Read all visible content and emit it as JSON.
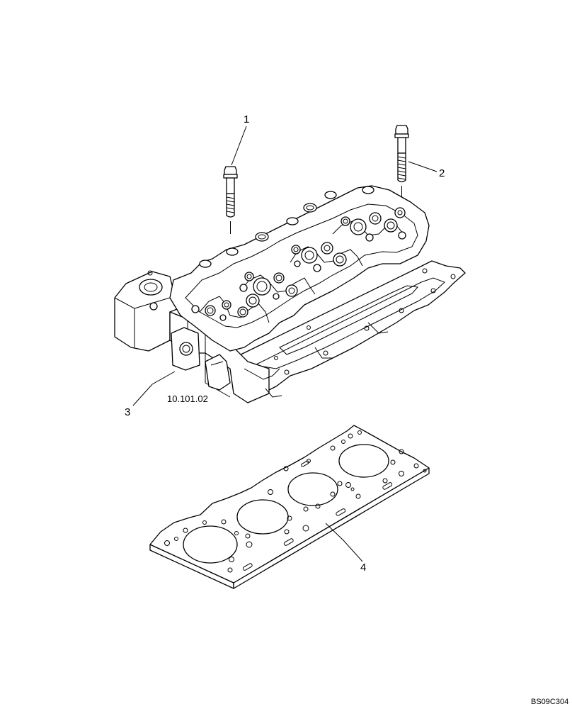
{
  "callouts": {
    "c1": "1",
    "c2": "2",
    "c3": "3",
    "c4": "4"
  },
  "reference": "10.101.02",
  "drawing_code": "BS09C304",
  "parts": {
    "p1": "bolt",
    "p2": "bolt",
    "p3": "cylinder-head",
    "p4": "head-gasket"
  }
}
